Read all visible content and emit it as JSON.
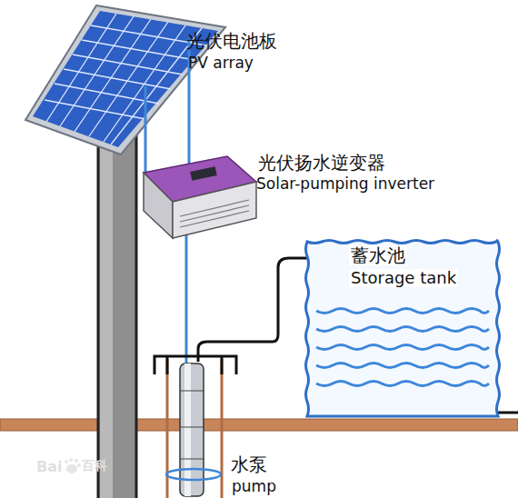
{
  "diagram": {
    "nodes": [
      {
        "text": [
          "蓄水池",
          "Storage tank"
        ]
      }
    ],
    "labels": [
      "光伏电池板",
      "PV array",
      "光伏扬水逆变器",
      "Solar-pumping inverter",
      "水泵",
      "pump",
      "Bai",
      "百科"
    ]
  }
}
